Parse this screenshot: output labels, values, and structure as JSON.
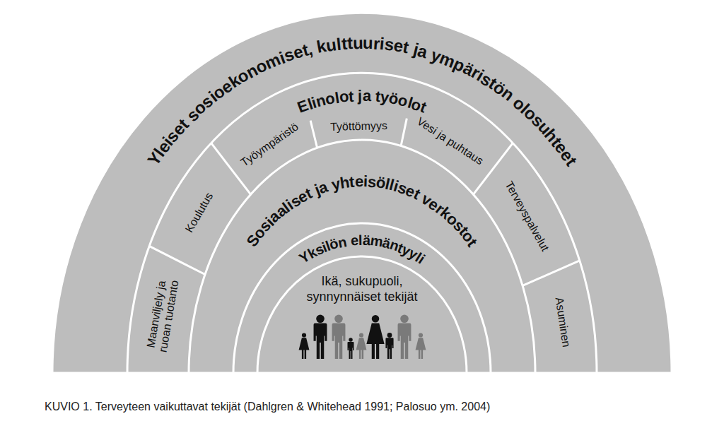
{
  "diagram": {
    "caption": "KUVIO 1. Terveyteen vaikuttavat tekijät (Dahlgren & Whitehead 1991; Palosuo ym. 2004)",
    "nodes": [
      {
        "text": [
          "Yleiset sosioekonomiset, kulttuuriset ja ympäristön olosuhteet"
        ]
      },
      {
        "text": [
          "Elinolot ja työolot"
        ],
        "in": 0
      },
      {
        "text": [
          "Maanviljely ja ruoan tuotanto"
        ],
        "in": 1
      },
      {
        "text": [
          "Koulutus"
        ],
        "in": 1
      },
      {
        "text": [
          "Työympäristö"
        ],
        "in": 1
      },
      {
        "text": [
          "Työttömyys"
        ],
        "in": 1
      },
      {
        "text": [
          "Vesi ja puhtaus"
        ],
        "in": 1
      },
      {
        "text": [
          "Terveyspalvelut"
        ],
        "in": 1
      },
      {
        "text": [
          "Asuminen"
        ],
        "in": 1
      },
      {
        "text": [
          "Sosiaaliset ja yhteisölliset verkostot"
        ],
        "in": 1
      },
      {
        "text": [
          "Yksilön elämäntyyli"
        ],
        "in": 9
      },
      {
        "text": [
          "Ikä, sukupuoli, synnynnäiset tekijät"
        ],
        "in": 10
      }
    ]
  }
}
